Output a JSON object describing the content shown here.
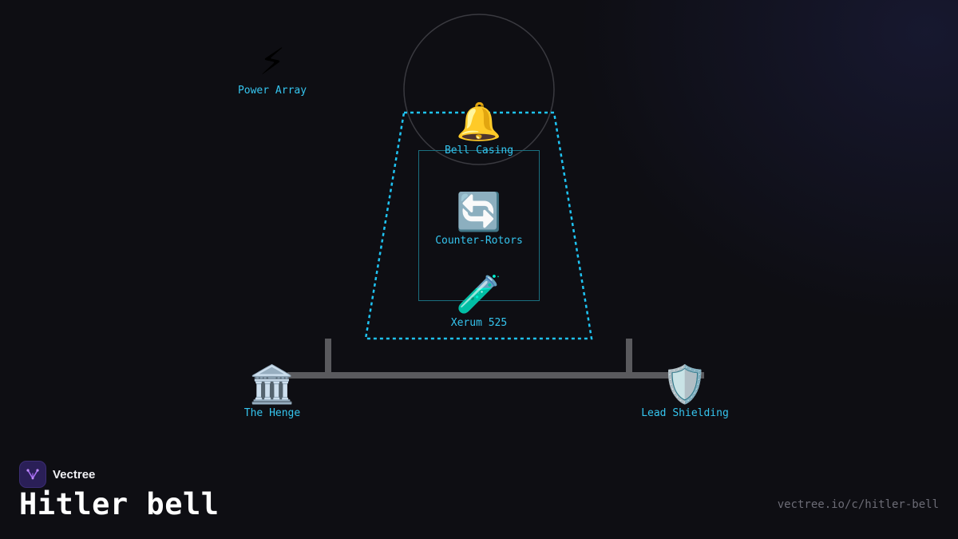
{
  "diagram": {
    "nodes": [
      {
        "id": "power-array",
        "label": "Power Array",
        "icon": "lightning-icon",
        "emoji": "⚡"
      },
      {
        "id": "bell-casing",
        "label": "Bell Casing",
        "icon": "bell-icon",
        "emoji": "🔔"
      },
      {
        "id": "counter-rotors",
        "label": "Counter-Rotors",
        "icon": "rotation-arrows-icon",
        "emoji": "🔄"
      },
      {
        "id": "xerum-525",
        "label": "Xerum 525",
        "icon": "test-tube-icon",
        "emoji": "🧪"
      },
      {
        "id": "the-henge",
        "label": "The Henge",
        "icon": "classical-building-icon",
        "emoji": "🏛️"
      },
      {
        "id": "lead-shielding",
        "label": "Lead Shielding",
        "icon": "shield-icon",
        "emoji": "🛡️"
      }
    ],
    "colors": {
      "label": "#35c5ef",
      "dashed_outline": "#1fc3f2",
      "inner_box": "#1a6f7f",
      "circle": "#3a3a40",
      "frame": "#5a5a5e",
      "background": "#0e0e13"
    }
  },
  "brand": {
    "name": "Vectree",
    "logo_icon": "vectree-logo-icon"
  },
  "title": "Hitler bell",
  "url": "vectree.io/c/hitler-bell"
}
